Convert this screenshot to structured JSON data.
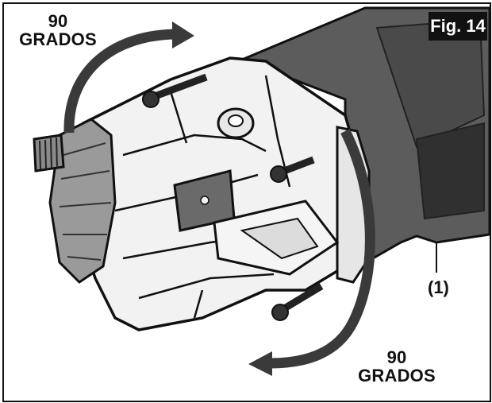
{
  "figure": {
    "badge": "Fig. 14",
    "rotation_top": {
      "line1": "90",
      "line2": "GRADOS"
    },
    "rotation_bottom": {
      "line1": "90",
      "line2": "GRADOS"
    },
    "callout": "(1)"
  },
  "colors": {
    "ink": "#111111",
    "housing": "#f2f2f2",
    "shade": "#5c5c5c",
    "arrow": "#3a3a3a"
  }
}
